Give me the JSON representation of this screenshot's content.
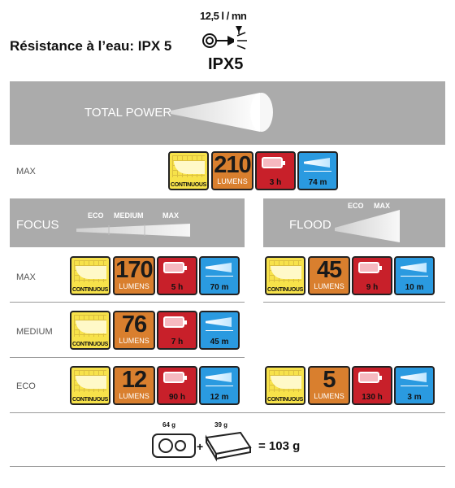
{
  "header": {
    "water_resistance": "Résistance à l’eau: IPX 5",
    "flow": "12,5 l / mn",
    "code": "IPX5"
  },
  "total_power": {
    "title": "TOTAL POWER"
  },
  "focus": {
    "title": "FOCUS",
    "levels": [
      "ECO",
      "MEDIUM",
      "MAX"
    ]
  },
  "flood": {
    "title": "FLOOD",
    "levels": [
      "ECO",
      "MAX"
    ]
  },
  "rows": {
    "top_max": "MAX",
    "max": "MAX",
    "medium": "MEDIUM",
    "eco": "ECO"
  },
  "badges": {
    "continuous": "CONTINUOUS",
    "lumens_unit": "LUMENS",
    "total_max": {
      "lumens": "210",
      "battery": "3 h",
      "range": "74 m"
    },
    "focus_max": {
      "lumens": "170",
      "battery": "5 h",
      "range": "70 m"
    },
    "focus_medium": {
      "lumens": "76",
      "battery": "7 h",
      "range": "45 m"
    },
    "focus_eco": {
      "lumens": "12",
      "battery": "90 h",
      "range": "12 m"
    },
    "flood_max": {
      "lumens": "45",
      "battery": "9 h",
      "range": "10 m"
    },
    "flood_eco": {
      "lumens": "5",
      "battery": "130 h",
      "range": "3 m"
    }
  },
  "weight": {
    "lamp": "64 g",
    "battery": "39 g",
    "total": "= 103 g"
  },
  "colors": {
    "banner": "#ababab",
    "continuous": "#f7e24a",
    "lumens": "#d97f2e",
    "battery": "#c8202a",
    "range": "#2a9ae0"
  }
}
